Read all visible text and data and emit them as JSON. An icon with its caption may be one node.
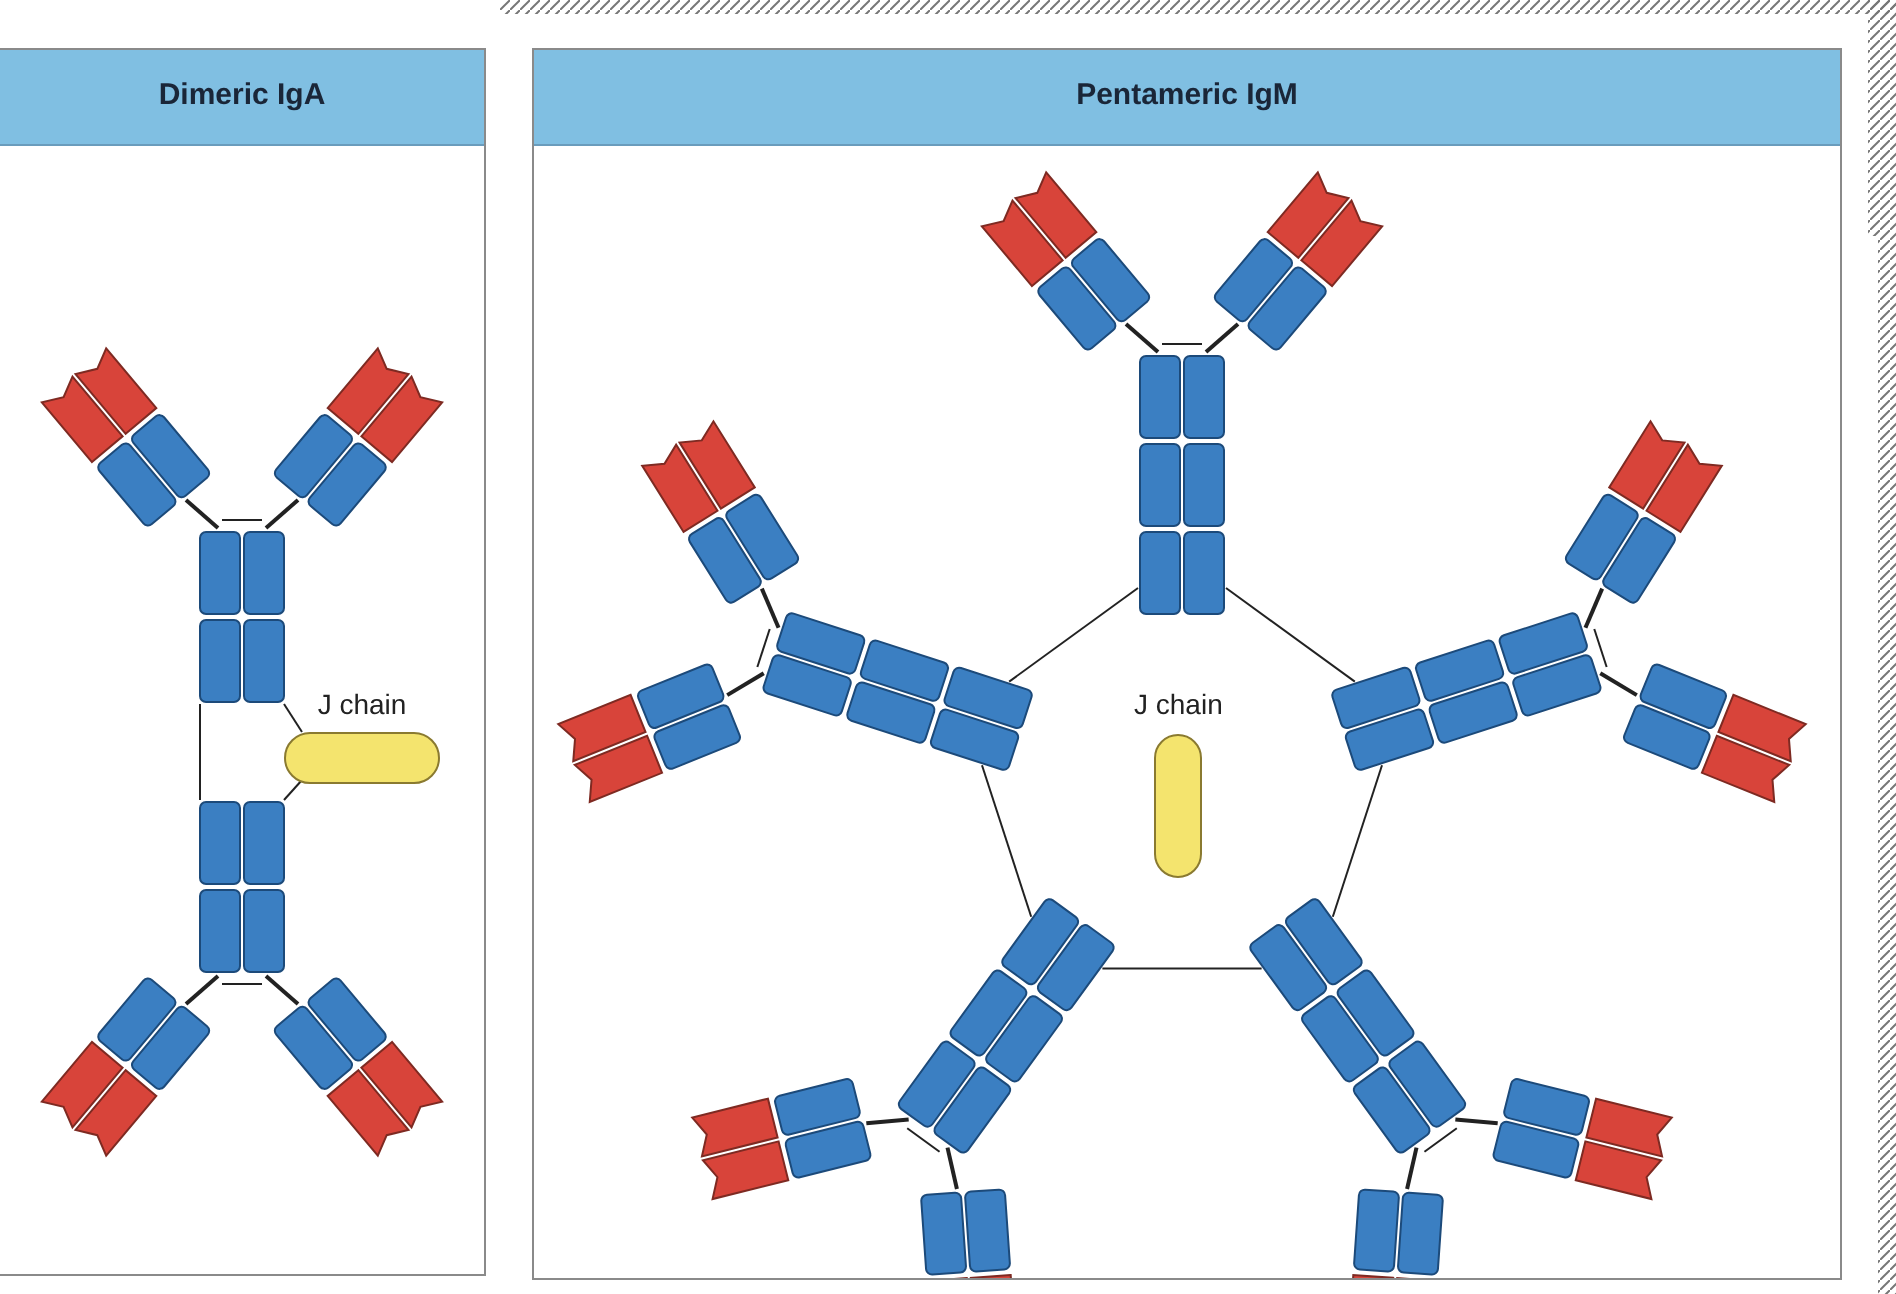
{
  "diagram": {
    "nodes": [
      {
        "text": [
          "Dimeric IgA"
        ]
      },
      {
        "text": [
          "J chain"
        ],
        "in": 0
      },
      {
        "text": [
          "Pentameric IgM"
        ]
      },
      {
        "text": [
          "J chain"
        ],
        "in": 2
      }
    ]
  }
}
